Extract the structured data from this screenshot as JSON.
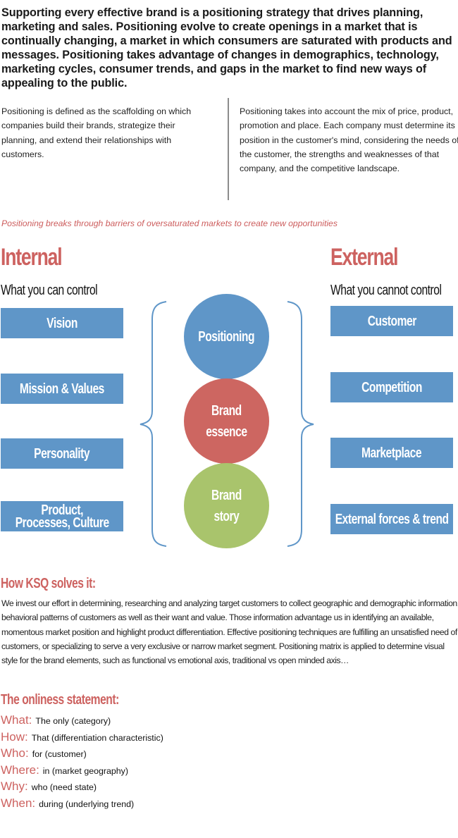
{
  "intro": "Supporting every effective brand is a positioning strategy that drives planning, marketing and sales. Positioning evolve to create openings in a market that is continually changing, a market in which consumers are saturated with products and messages. Positioning takes advantage of changes in demographics, technology, marketing cycles, consumer trends, and gaps in the market to find new ways of appealing to the public.",
  "columns": {
    "left": "Positioning is defined as the scaffolding on which companies build their brands, strategize their planning, and extend their relationships with customers.",
    "right": "Positioning takes into account the mix of price, product, promotion and place. Each company must determine its position in the customer's mind, considering the needs of the customer, the strengths and weaknesses of that company, and the competitive landscape."
  },
  "tagline": "Positioning breaks through barriers of oversaturated markets to create new opportunities",
  "diagram": {
    "internal": {
      "title": "Internal",
      "subtitle": "What you can control",
      "items": [
        "Vision",
        "Mission & Values",
        "Personality",
        "Product,\nProcesses, Culture"
      ]
    },
    "external": {
      "title": "External",
      "subtitle": "What you cannot control",
      "items": [
        "Customer",
        "Competition",
        "Marketplace",
        "External forces & trend"
      ]
    },
    "circles": [
      {
        "label": "Positioning",
        "color": "#5f96c8"
      },
      {
        "label": "Brand\nessence",
        "color": "#cd6661"
      },
      {
        "label": "Brand\nstory",
        "color": "#a9c46c"
      }
    ],
    "colors": {
      "box": "#5f96c8",
      "accent": "#cd6260",
      "brace": "#5f96c8"
    }
  },
  "how": {
    "title": "How KSQ solves it:",
    "body": "We invest our effort in determining, researching and analyzing target customers to collect geographic and demographic information, behavioral patterns  of customers as well as their want and value.  Those information advantage us in identifying an available, momentous market position and highlight product differentiation. Effective positioning techniques are fulfilling an unsatisfied need of  customers, or specializing to serve a very exclusive or narrow market segment. Positioning matrix is applied to determine visual style for the brand elements, such as functional vs emotional axis, traditional vs open minded axis…"
  },
  "onliness": {
    "title": "The onliness statement:",
    "rows": [
      {
        "key": "What:",
        "value": "The only (category)"
      },
      {
        "key": "How:",
        "value": "That (differentiation characteristic)"
      },
      {
        "key": "Who:",
        "value": "for (customer)"
      },
      {
        "key": "Where:",
        "value": "in (market geography)"
      },
      {
        "key": "Why:",
        "value": "who (need state)"
      },
      {
        "key": "When:",
        "value": "during (underlying trend)"
      }
    ]
  }
}
